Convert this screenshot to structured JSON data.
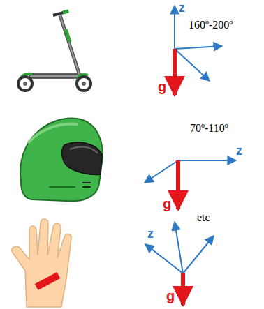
{
  "diagram": {
    "labels": [
      "z",
      "160º-200º",
      "g",
      "70º-110º",
      "z",
      "g",
      "z",
      "etc",
      "g"
    ]
  }
}
